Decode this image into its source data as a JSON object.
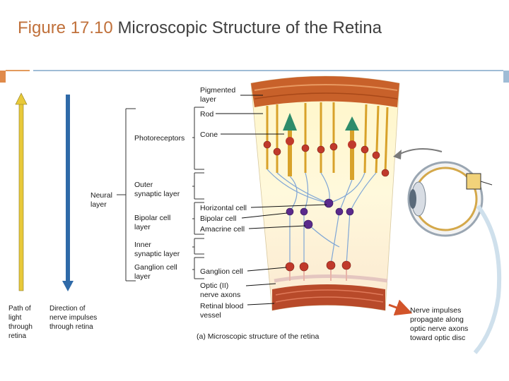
{
  "title": {
    "number": "Figure 17.10",
    "text": "Microscopic Structure of the Retina"
  },
  "left_labels": {
    "path_of_light": [
      "Path of",
      "light",
      "through",
      "retina"
    ],
    "direction_impulses": [
      "Direction of",
      "nerve impulses",
      "through retina"
    ]
  },
  "layers": {
    "neural_layer": [
      "Neural",
      "layer"
    ],
    "photoreceptors": "Photoreceptors",
    "outer_synaptic": [
      "Outer",
      "synaptic layer"
    ],
    "bipolar_layer": [
      "Bipolar cell",
      "layer"
    ],
    "inner_synaptic": [
      "Inner",
      "synaptic layer"
    ],
    "ganglion_layer": [
      "Ganglion cell",
      "layer"
    ]
  },
  "structures": {
    "pigmented": [
      "Pigmented",
      "layer"
    ],
    "rod": "Rod",
    "cone": "Cone",
    "horizontal": "Horizontal cell",
    "bipolar": "Bipolar cell",
    "amacrine": "Amacrine cell",
    "ganglion": "Ganglion cell",
    "optic": [
      "Optic (II)",
      "nerve axons"
    ],
    "vessel": [
      "Retinal blood",
      "vessel"
    ]
  },
  "right_note": [
    "Nerve impulses",
    "propagate along",
    "optic nerve axons",
    "toward optic disc"
  ],
  "caption": "(a) Microscopic structure of the retina",
  "colors": {
    "title_number": "#c0703a",
    "light_arrow": "#e8c93a",
    "impulse_arrow": "#2f6aa8",
    "pigment": "#c8612a",
    "red_arrow": "#d2542a"
  }
}
